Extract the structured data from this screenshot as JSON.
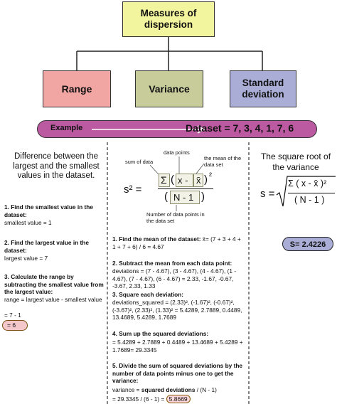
{
  "title": "Measures of dispersion",
  "range_box": "Range",
  "variance_box": "Variance",
  "std_box": "Standard deviation",
  "example_label": "Example",
  "dataset_label": "Dataset = 7, 3, 4, 1, 7, 6",
  "left": {
    "definition": "Difference between the largest and the smallest values in the dataset.",
    "step1_title": "1. Find the smallest value in the dataset:",
    "step1_text": "smallest value = 1",
    "step2_title": "2.  Find the largest value in the dataset:",
    "step2_text": "largest value = 7",
    "step3_title": "3. Calculate the range by subtracting the smallest value from the largest value:",
    "step3_text1": "range = largest value - smallest value",
    "step3_text2": "= 7 - 1",
    "result": "= 6"
  },
  "middle": {
    "label_data_points": "data points",
    "label_sum": "sum of data",
    "label_mean": "the mean of the data set",
    "label_n": "Number of data points in the data set",
    "formula_lhs": "s² =",
    "formula_sigma": "Σ",
    "formula_x": "x -",
    "formula_xbar": "x̄",
    "formula_sq": "²",
    "formula_den": "N - 1",
    "s1_title": "1. Find the mean of the dataset:",
    "s1_text": "x̄= (7 + 3 + 4 + 1 + 7 + 6) / 6 = 4.67",
    "s2_title": "2. Subtract the mean from each data point:",
    "s2_text": "deviations = (7 - 4.67), (3 - 4.67), (4 - 4.67), (1 - 4.67), (7 - 4.67), (6 - 4.67) = 2.33, -1.67, -0.67, -3.67, 2.33, 1.33",
    "s3_title": "3. Square each deviation:",
    "s3_text": "deviations_squared = (2.33)², (-1.67)², (-0.67)², (-3.67)², (2.33)², (1.33)² = 5.4289, 2.7889, 0.4489, 13.4689, 5.4289, 1.7689",
    "s4_title": "4. Sum up the squared deviations:",
    "s4_text": "= 5.4289 + 2.7889 + 0.4489 + 13.4689 + 5.4289 + 1.7689= 29.3345",
    "s5_title": "5. Divide the sum of squared deviations by the number of data points minus one to get the variance:",
    "s5_text1": "variance =",
    "s5_text2": "squared deviations",
    "s5_text3": "/ (N - 1)",
    "s5_text4": "= 29.3345 / (6 - 1) =",
    "result": "5.8669"
  },
  "right": {
    "definition": "The square root of the variance",
    "formula_lhs": "s =",
    "formula_num": "Σ ( x - x̄ )²",
    "formula_den": "( N - 1 )",
    "result": "S= 2.4226"
  },
  "colors": {
    "title_bg": "#f3f59e",
    "range_bg": "#f2a6a4",
    "variance_bg": "#c8cc9a",
    "std_bg": "#aaaed7",
    "example_bg": "#bb5aa0",
    "result_bg": "#f4c7cb",
    "std_result_bg": "#aaaed7"
  }
}
